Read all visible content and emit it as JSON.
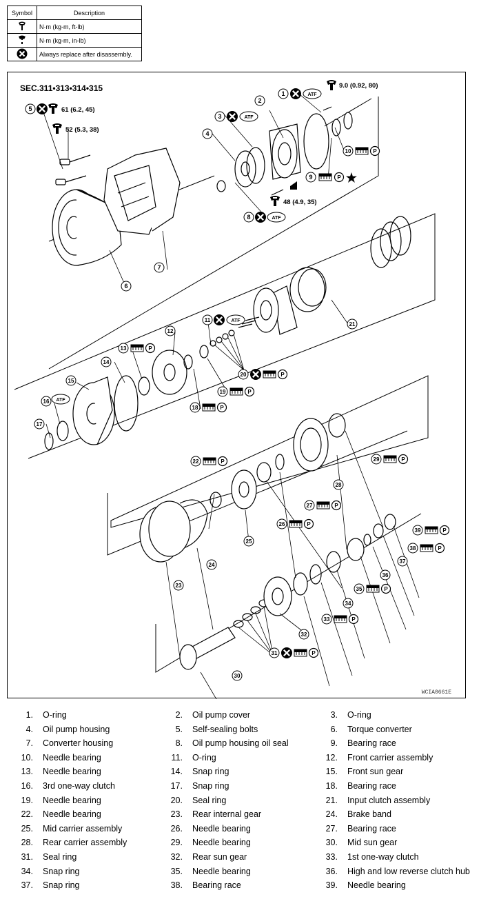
{
  "symbol_table": {
    "header_symbol": "Symbol",
    "header_description": "Description",
    "rows": [
      {
        "icon": "torque-wrench-icon",
        "description": "N·m (kg-m, ft-lb)"
      },
      {
        "icon": "torque-wrench-inlb-icon",
        "description": "N·m (kg-m, in-lb)"
      },
      {
        "icon": "replace-x-icon",
        "description": "Always replace after disassembly."
      }
    ]
  },
  "diagram": {
    "section": "SEC.311•313•314•315",
    "figure_code": "WCIA0661E",
    "torques": {
      "t1": "9.0  (0.92,  80)",
      "t5": "61  (6.2,  45)",
      "t52": "52  (5.3,  38)",
      "t48": "48  (4.9,  35)"
    },
    "atf_label": "ATF",
    "p_label": "P"
  },
  "legend": [
    {
      "num": "1.",
      "name": "O-ring"
    },
    {
      "num": "2.",
      "name": "Oil pump cover"
    },
    {
      "num": "3.",
      "name": "O-ring"
    },
    {
      "num": "4.",
      "name": "Oil pump housing"
    },
    {
      "num": "5.",
      "name": "Self-sealing bolts"
    },
    {
      "num": "6.",
      "name": "Torque converter"
    },
    {
      "num": "7.",
      "name": "Converter housing"
    },
    {
      "num": "8.",
      "name": "Oil pump housing oil seal"
    },
    {
      "num": "9.",
      "name": "Bearing race"
    },
    {
      "num": "10.",
      "name": "Needle bearing"
    },
    {
      "num": "11.",
      "name": "O-ring"
    },
    {
      "num": "12.",
      "name": "Front carrier assembly"
    },
    {
      "num": "13.",
      "name": "Needle bearing"
    },
    {
      "num": "14.",
      "name": "Snap ring"
    },
    {
      "num": "15.",
      "name": "Front sun gear"
    },
    {
      "num": "16.",
      "name": "3rd one-way clutch"
    },
    {
      "num": "17.",
      "name": "Snap ring"
    },
    {
      "num": "18.",
      "name": "Bearing race"
    },
    {
      "num": "19.",
      "name": "Needle bearing"
    },
    {
      "num": "20.",
      "name": "Seal ring"
    },
    {
      "num": "21.",
      "name": "Input clutch assembly"
    },
    {
      "num": "22.",
      "name": "Needle bearing"
    },
    {
      "num": "23.",
      "name": "Rear internal gear"
    },
    {
      "num": "24.",
      "name": "Brake band"
    },
    {
      "num": "25.",
      "name": "Mid carrier assembly"
    },
    {
      "num": "26.",
      "name": "Needle bearing"
    },
    {
      "num": "27.",
      "name": "Bearing race"
    },
    {
      "num": "28.",
      "name": "Rear carrier assembly"
    },
    {
      "num": "29.",
      "name": "Needle bearing"
    },
    {
      "num": "30.",
      "name": "Mid sun gear"
    },
    {
      "num": "31.",
      "name": "Seal ring"
    },
    {
      "num": "32.",
      "name": "Rear sun gear"
    },
    {
      "num": "33.",
      "name": "1st one-way clutch"
    },
    {
      "num": "34.",
      "name": "Snap ring"
    },
    {
      "num": "35.",
      "name": "Needle bearing"
    },
    {
      "num": "36.",
      "name": "High and low reverse clutch hub"
    },
    {
      "num": "37.",
      "name": "Snap ring"
    },
    {
      "num": "38.",
      "name": "Bearing race"
    },
    {
      "num": "39.",
      "name": "Needle bearing"
    }
  ]
}
